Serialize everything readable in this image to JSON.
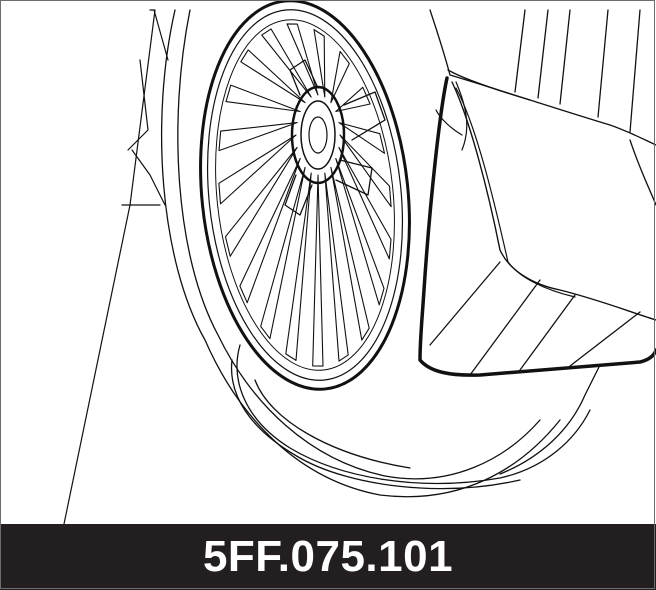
{
  "part_number": "5FF.075.101",
  "colors": {
    "background": "#ffffff",
    "line": "#111111",
    "label_bar": "#231f20",
    "label_text": "#ffffff"
  },
  "drawing": {
    "parts": [
      "wheel-rim",
      "tire",
      "hub",
      "mud-flap",
      "fender",
      "ground-plane"
    ]
  }
}
